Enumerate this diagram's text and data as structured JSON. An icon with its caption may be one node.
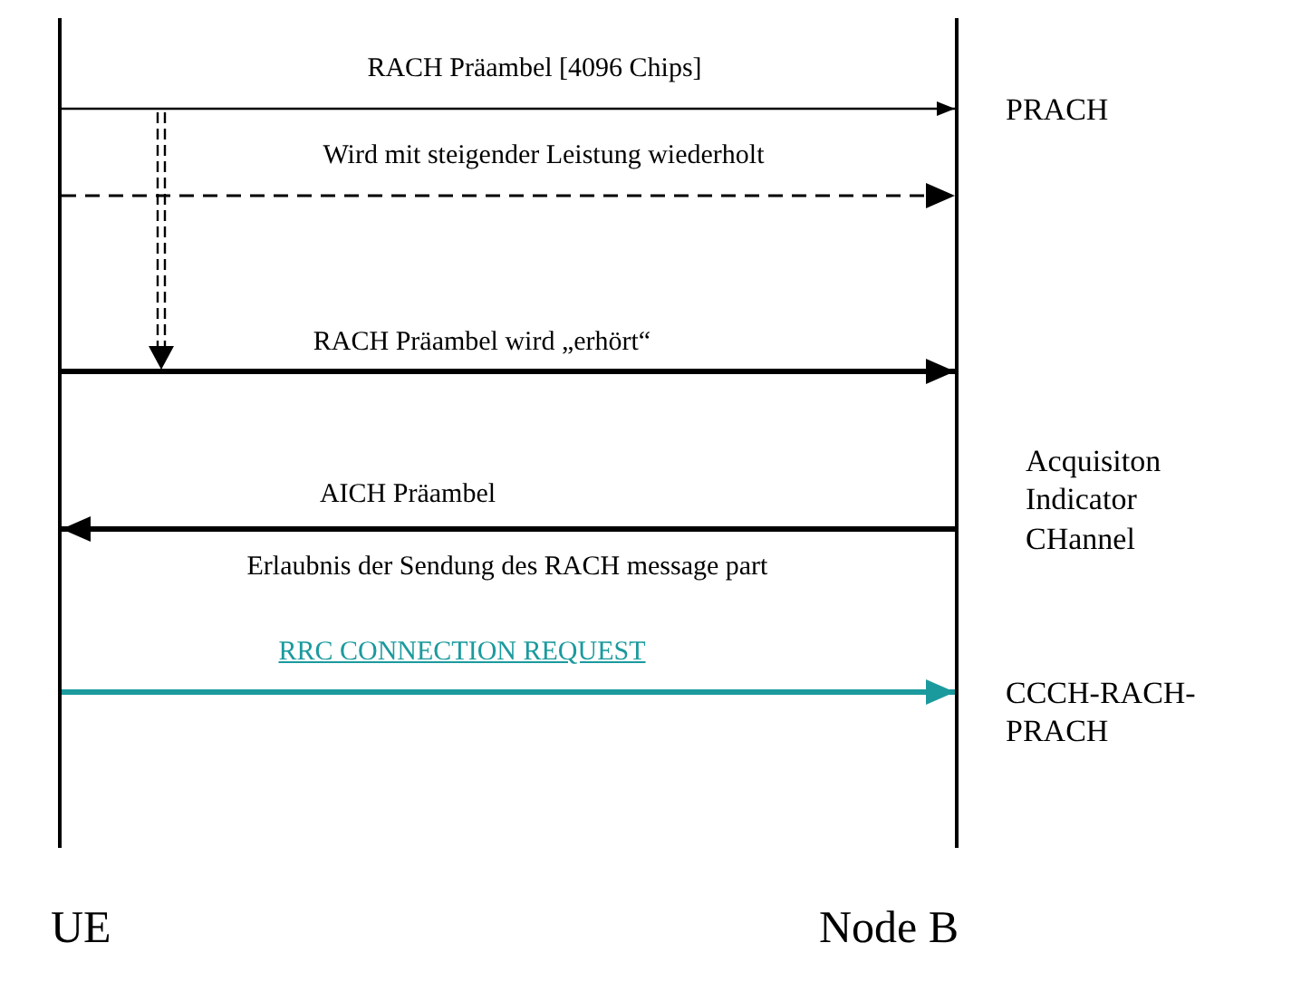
{
  "diagram": {
    "nodes": [
      {
        "text": [
          "UE"
        ]
      },
      {
        "text": [
          "Node B"
        ]
      }
    ],
    "edges": [
      {
        "from": 0,
        "to": 1,
        "arrow": "to",
        "label": "RACH Präambel [4096 Chips]"
      },
      {
        "from": 0,
        "to": 1,
        "arrow": "to",
        "label": "Wird mit steigender Leistung wiederholt",
        "style": "dashed"
      },
      {
        "from": 0,
        "to": 1,
        "arrow": "to",
        "label": "RACH Präambel wird „erhört“"
      },
      {
        "from": 1,
        "to": 0,
        "arrow": "to",
        "label": "AICH Präambel"
      },
      {
        "from": 0,
        "to": 1,
        "arrow": "to",
        "label": "RRC CONNECTION REQUEST",
        "color": "#1b9a9e"
      }
    ],
    "labels": [
      "PRACH",
      "Acquisiton Indicator CHannel",
      "Erlaubnis der Sendung des RACH message part",
      "CCCH-RACH- PRACH"
    ]
  }
}
